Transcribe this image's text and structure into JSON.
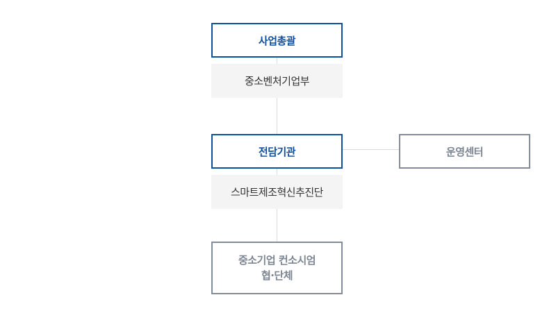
{
  "diagram": {
    "title": "",
    "nodes": {
      "general_management": {
        "label": "사업총괄",
        "org": "중소벤처기업부"
      },
      "dedicated_agency": {
        "label": "전담기관",
        "org": "스마트제조혁신추진단"
      },
      "operation_center": {
        "label": "운영센터"
      },
      "consulting_association": {
        "line1": "중소기업 컨소시엄",
        "line2": "협·단체"
      }
    },
    "colors": {
      "primary": "#0d4f9e",
      "secondary": "#828b98",
      "sub_background": "#f4f4f4",
      "connector": "#d9d9d9"
    }
  }
}
